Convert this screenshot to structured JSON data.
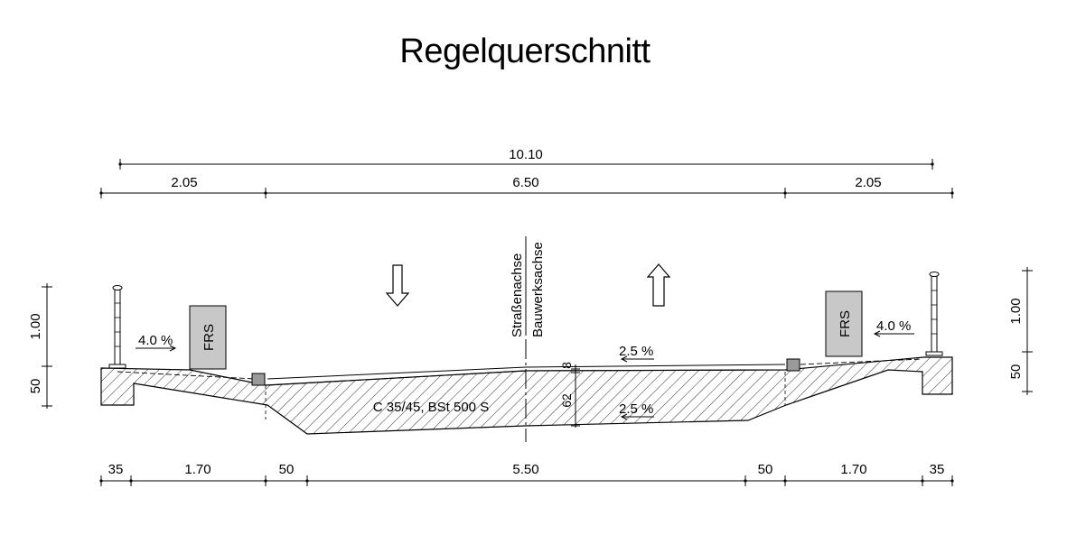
{
  "title": "Regelquerschnitt",
  "dimensions_top": {
    "overall": "10.10",
    "left_cap": "2.05",
    "carriageway": "6.50",
    "right_cap": "2.05"
  },
  "dimensions_bottom": [
    "35",
    "1.70",
    "50",
    "5.50",
    "50",
    "1.70",
    "35"
  ],
  "heights_left": [
    "1.00",
    "50"
  ],
  "heights_right": [
    "1.00",
    "50"
  ],
  "axis_labels": {
    "road_axis": "Straßenachse",
    "structure_axis": "Bauwerksachse"
  },
  "slopes": {
    "left_cap": "4.0 %",
    "right_cap": "4.0 %",
    "carriageway_top": "2.5 %",
    "carriageway_bottom": "2.5 %"
  },
  "barrier_label": "FRS",
  "material": "C 35/45,  BSt 500 S",
  "thickness": {
    "surfacing": "8",
    "slab": "62"
  },
  "colors": {
    "line": "#000000",
    "barrier_fill": "#c8c8c8",
    "curb_fill": "#9a9a9a"
  }
}
